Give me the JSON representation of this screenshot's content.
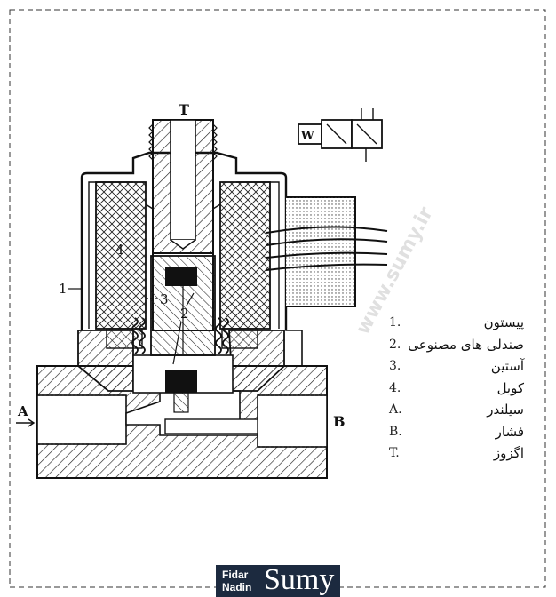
{
  "labels": {
    "top": "T",
    "left": "A",
    "right": "B",
    "symbol_w": "W",
    "num1": "1",
    "num2": "2",
    "num3": "3",
    "num4": "4"
  },
  "legend": [
    {
      "key": "1.",
      "text": "پیستون"
    },
    {
      "key": "2.",
      "text": "صندلی های مصنوعی"
    },
    {
      "key": "3.",
      "text": "آستین"
    },
    {
      "key": "4.",
      "text": "کویل"
    },
    {
      "key": "A.",
      "text": "سیلندر"
    },
    {
      "key": "B.",
      "text": "فشار"
    },
    {
      "key": "T.",
      "text": "اگزوز"
    }
  ],
  "logo": {
    "line1": "Fidar",
    "line2": "Nadin",
    "brand": "Sumy"
  },
  "watermark": "www.sumy.ir",
  "colors": {
    "ink": "#1a1a1a",
    "logo_bg": "#1c2a3f",
    "frame": "#333333"
  }
}
